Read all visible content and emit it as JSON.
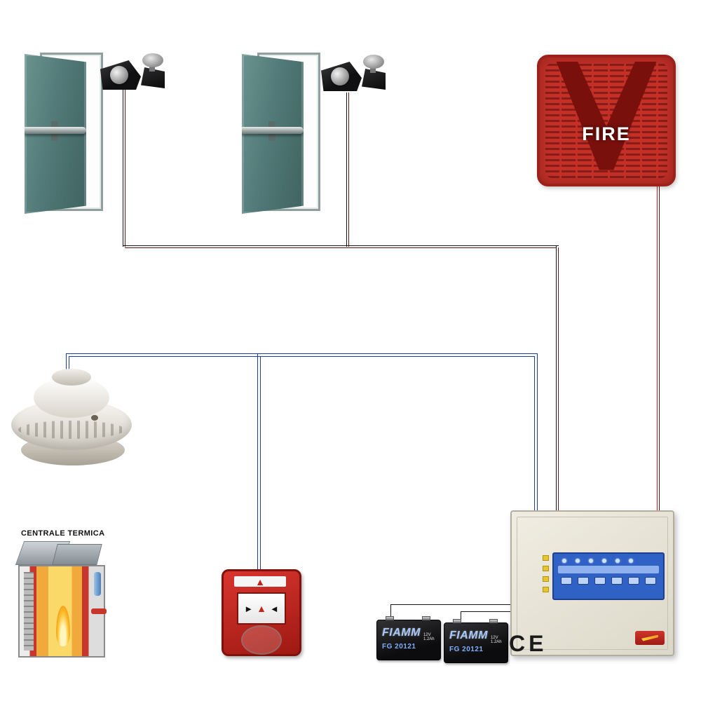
{
  "siren": {
    "label": "FIRE"
  },
  "boiler": {
    "label": "CENTRALE TERMICA"
  },
  "call_point": {
    "arrow_left_icon": "►",
    "arrow_right_icon": "◄",
    "flame_icon": "▲"
  },
  "batteries": [
    {
      "brand": "FIAMM",
      "model": "FG 20121",
      "spec": "12V 1.2Ah"
    },
    {
      "brand": "FIAMM",
      "model": "FG 20121",
      "spec": "12V 1.2Ah"
    }
  ],
  "panel": {
    "ce_mark": "CE"
  },
  "colors": {
    "siren_red": "#c43028",
    "siren_v_dark": "#7a100c",
    "door_teal": "#527a78",
    "wire_door_circuit_black": "#151515",
    "wire_door_circuit_dark_red": "#5a1414",
    "wire_detector_circuit_blue": "#1e3e9c",
    "wire_siren_red": "#cc1a1a",
    "wire_battery_black": "#151515",
    "panel_beige": "#e9e5d8",
    "display_blue": "#2f62c4",
    "call_point_red": "#c5221c",
    "battery_black": "#141416",
    "battery_text_blue": "#a8c8f8"
  }
}
